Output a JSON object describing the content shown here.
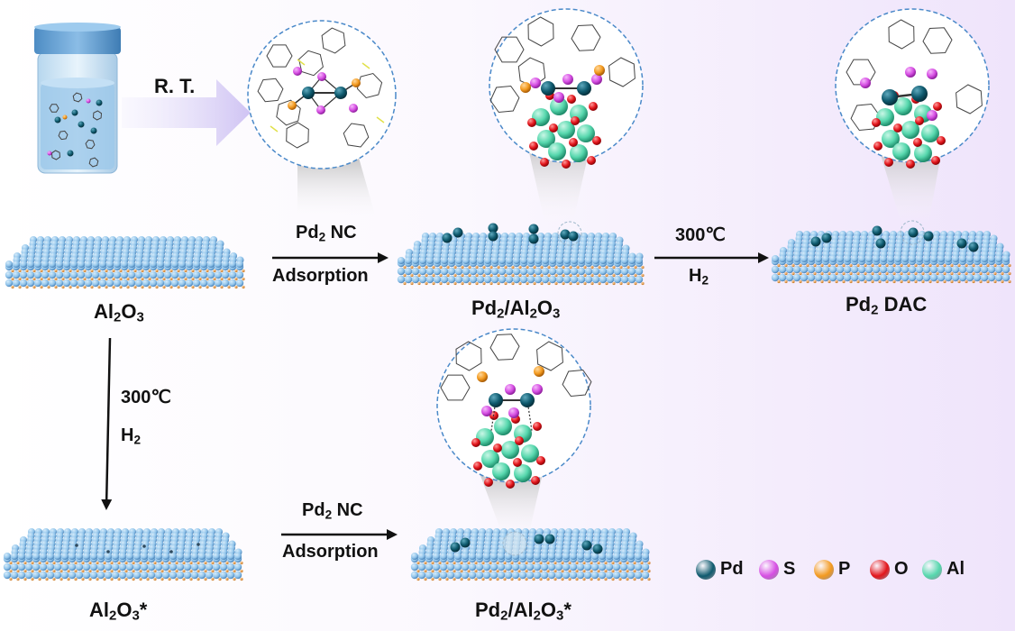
{
  "labels": {
    "rt": "R. T.",
    "arrow_top_1_line1": "Pd",
    "arrow_top_1_sub": "2",
    "arrow_top_1_tail": " NC",
    "arrow_top_1_line2": "Adsorption",
    "arrow_top_2_line1": "300℃",
    "arrow_top_2_line2_main": "H",
    "arrow_top_2_line2_sub": "2",
    "arrow_down_line1": "300℃",
    "arrow_down_line2_main": "H",
    "arrow_down_line2_sub": "2",
    "arrow_bottom_line1": "Pd",
    "arrow_bottom_sub": "2",
    "arrow_bottom_tail": " NC",
    "arrow_bottom_line2": "Adsorption"
  },
  "materials": {
    "al2o3": {
      "a": "Al",
      "a_sub": "2",
      "b": "O",
      "b_sub": "3",
      "suffix": ""
    },
    "pd2_al2o3": {
      "p": "Pd",
      "p_sub": "2",
      "a": "/Al",
      "a_sub": "2",
      "b": "O",
      "b_sub": "3",
      "suffix": ""
    },
    "pd2_dac": {
      "p": "Pd",
      "p_sub": "2",
      "tail": " DAC"
    },
    "al2o3_star": {
      "a": "Al",
      "a_sub": "2",
      "b": "O",
      "b_sub": "3",
      "suffix": "*"
    },
    "pd2_al2o3_star": {
      "p": "Pd",
      "p_sub": "2",
      "a": "/Al",
      "a_sub": "2",
      "b": "O",
      "b_sub": "3",
      "suffix": "*"
    }
  },
  "legend": [
    {
      "label": "Pd",
      "color": "#0f5a6e"
    },
    {
      "label": "S",
      "color": "#d64fe3"
    },
    {
      "label": "P",
      "color": "#f39a1f"
    },
    {
      "label": "O",
      "color": "#e2151b"
    },
    {
      "label": "Al",
      "color": "#56d7ad"
    }
  ],
  "colors": {
    "surface_atom": "#8fc3ea",
    "surface_atom_dark": "#5f9fd4",
    "o_atom_small": "#e6a04c",
    "pd": "#0f5a6e",
    "arrow": "#111111"
  }
}
